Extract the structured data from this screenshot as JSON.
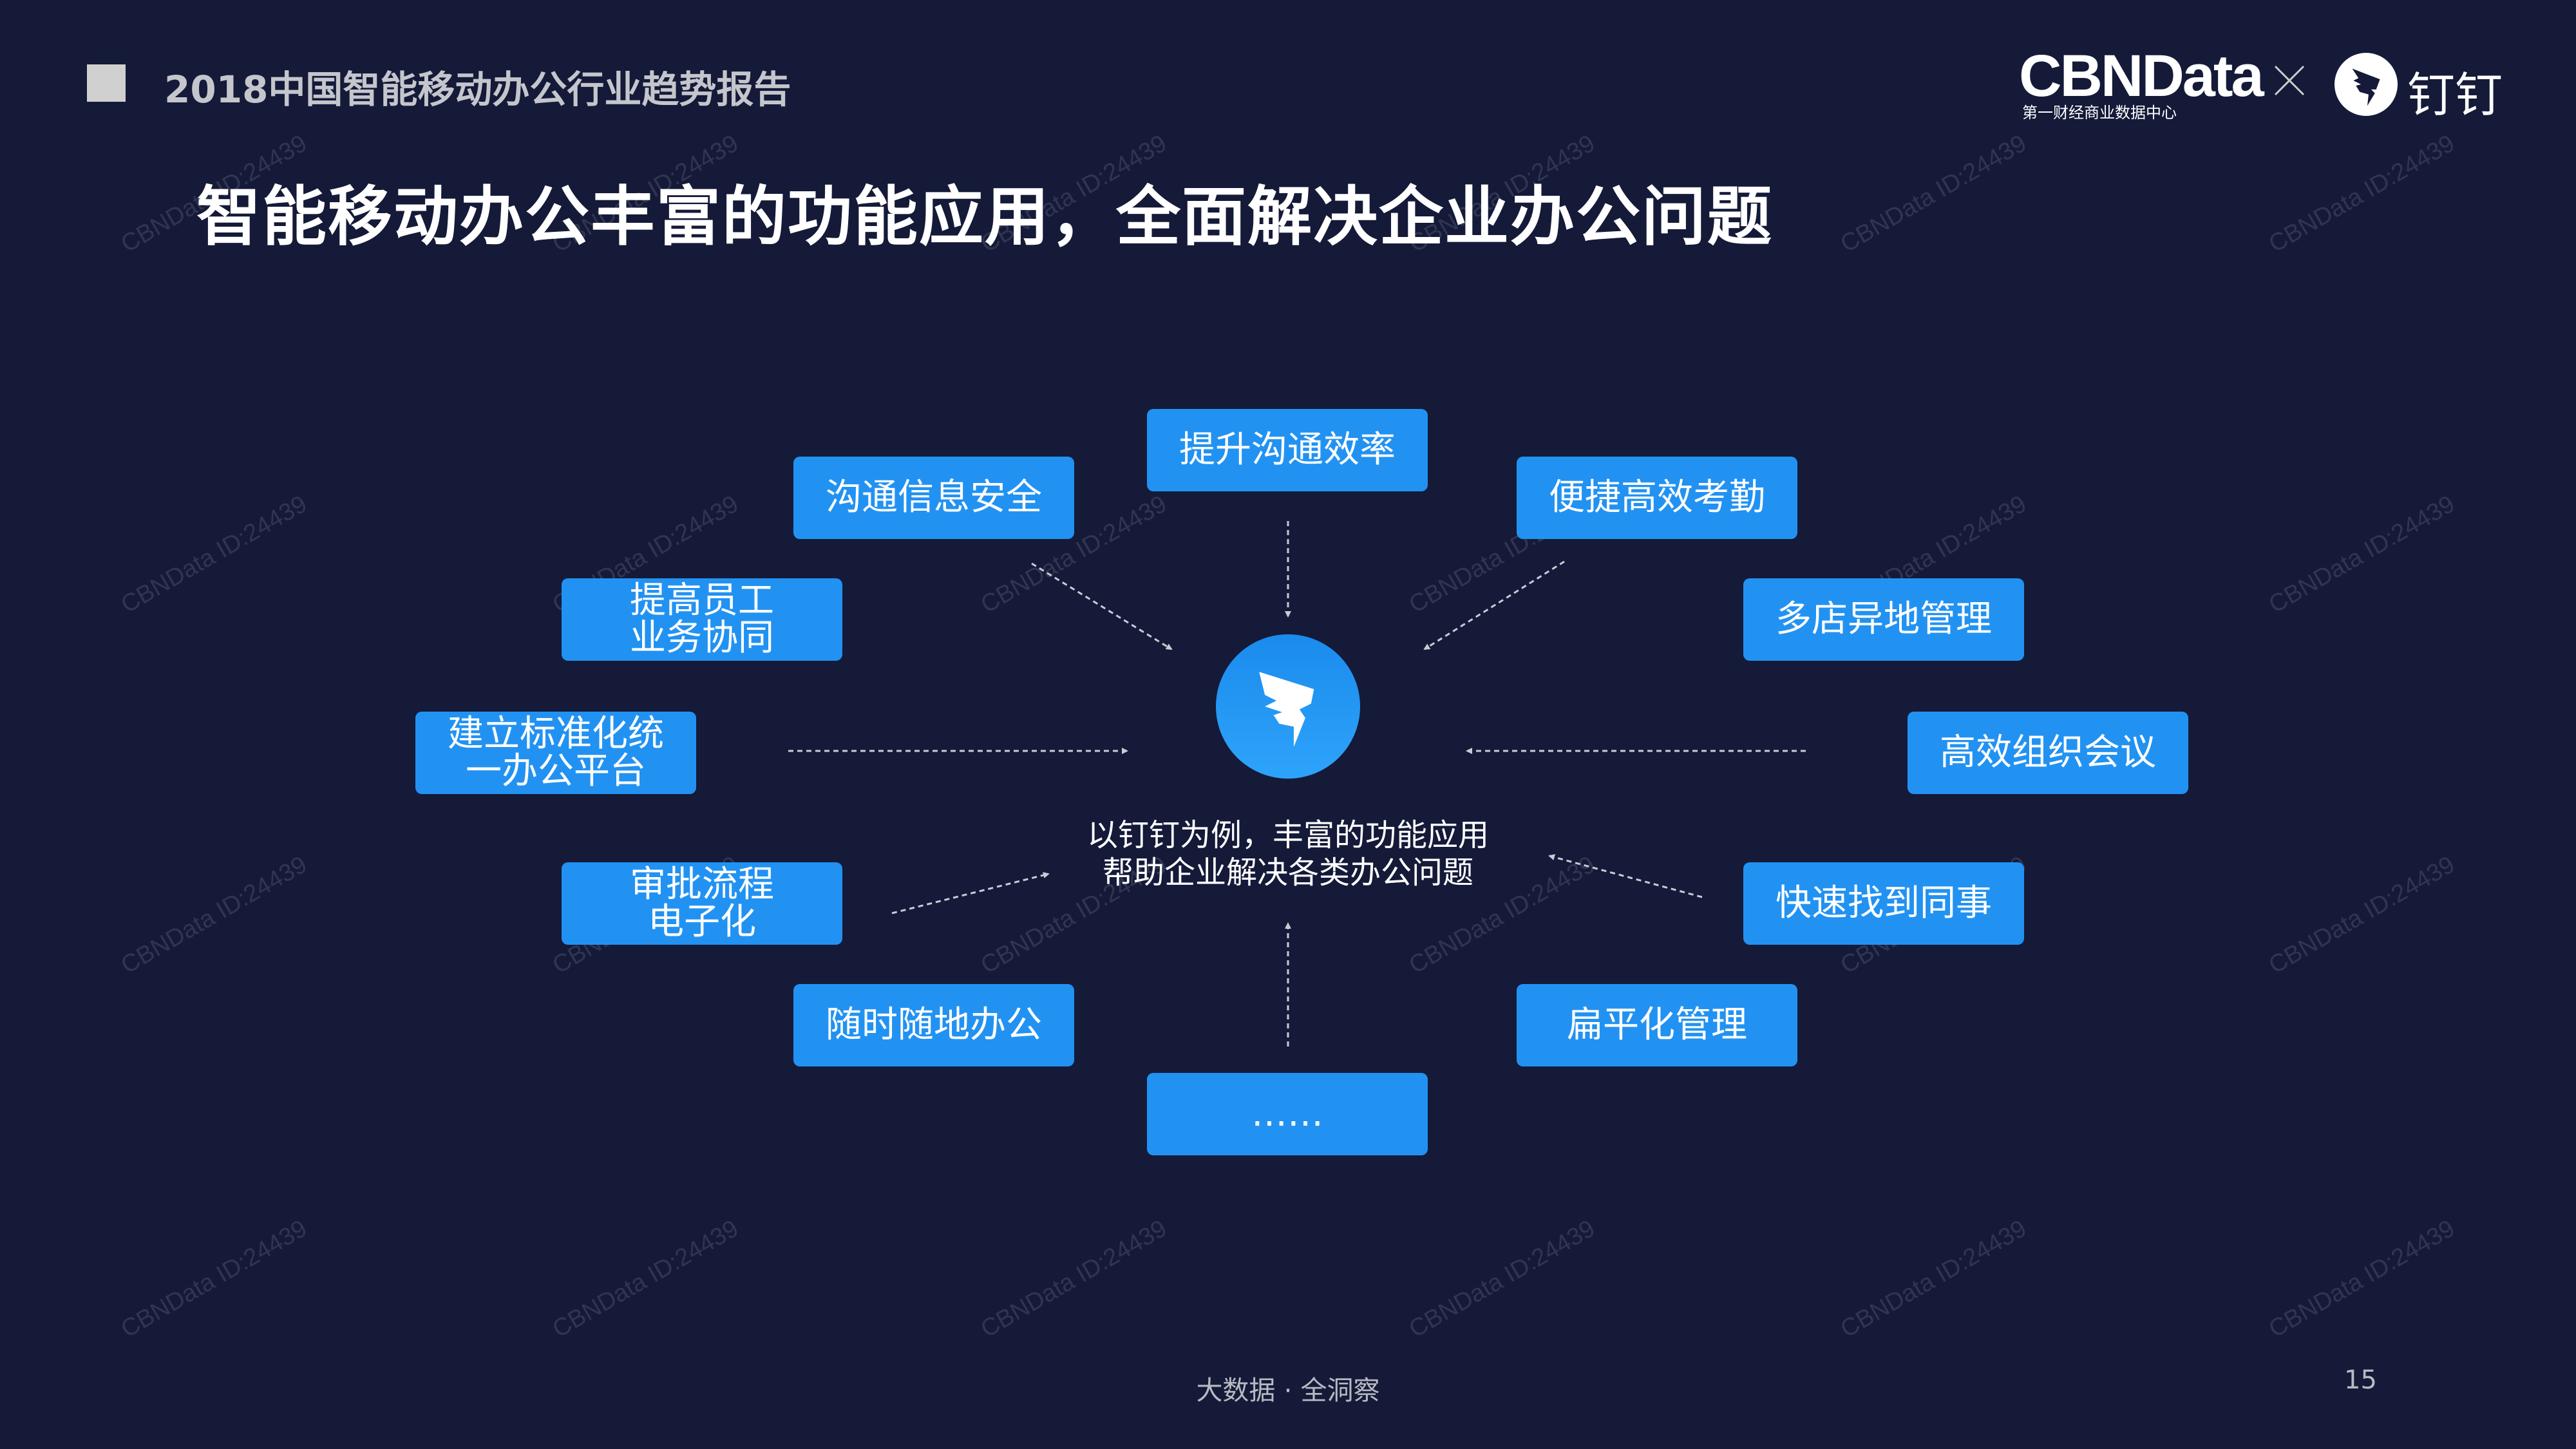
{
  "header": {
    "report_title": "2018中国智能移动办公行业趋势报告"
  },
  "slide_title": "智能移动办公丰富的功能应用，全面解决企业办公问题",
  "logos": {
    "cbndata": "CBNData",
    "cbndata_sub": "第一财经商业数据中心",
    "separator": "×",
    "dingtalk": "钉钉"
  },
  "center": {
    "icon": "dingtalk-logo-icon",
    "caption_line1": "以钉钉为例，丰富的功能应用",
    "caption_line2": "帮助企业解决各类办公问题"
  },
  "features": [
    "提升沟通效率",
    "沟通信息安全",
    "便捷高效考勤",
    "提高员工\n业务协同",
    "多店异地管理",
    "建立标准化统\n一办公平台",
    "高效组织会议",
    "审批流程\n电子化",
    "快速找到同事",
    "随时随地办公",
    "扁平化管理",
    "……"
  ],
  "watermark": "CBNData ID:24439",
  "footer": {
    "slogan": "大数据 · 全洞察",
    "page_number": "15"
  },
  "colors": {
    "background": "#141a38",
    "box": "#2292f2"
  }
}
